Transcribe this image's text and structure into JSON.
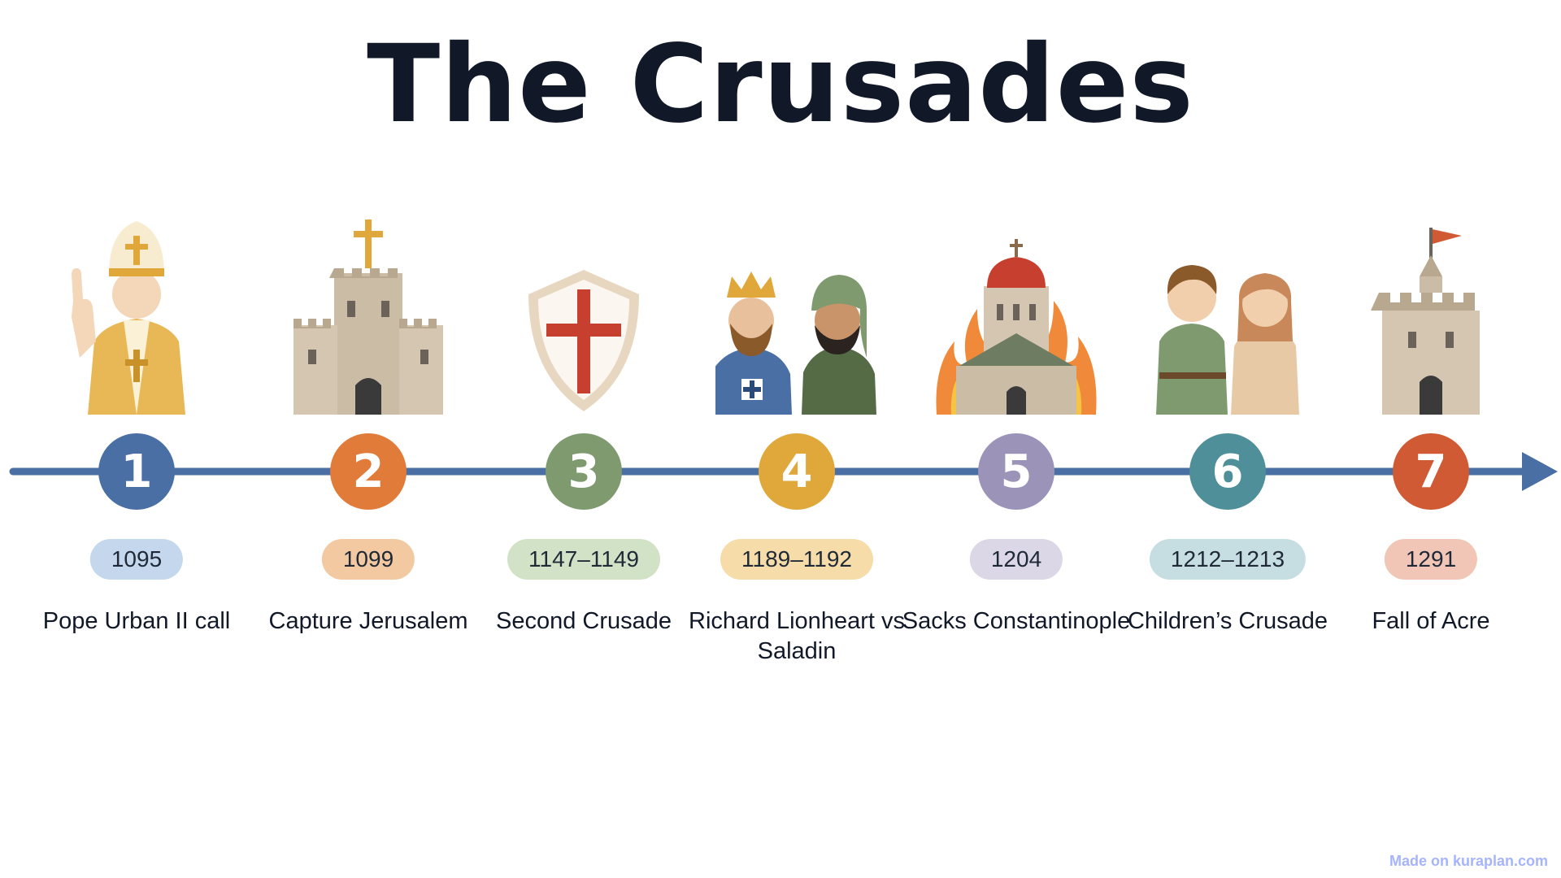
{
  "title": "The Crusades",
  "footer": "Made on kuraplan.com",
  "colors": {
    "axis": "#4a6fa5",
    "text": "#111827"
  },
  "events": [
    {
      "number": "1",
      "date": "1095",
      "label": "Pope Urban II call",
      "icon": "pope-icon",
      "color": "#4a6fa5",
      "pill": "#c4d7ec"
    },
    {
      "number": "2",
      "date": "1099",
      "label": "Capture Jerusalem",
      "icon": "castle-cross-icon",
      "color": "#e07b3a",
      "pill": "#f2c9a1"
    },
    {
      "number": "3",
      "date": "1147–1149",
      "label": "Second Crusade",
      "icon": "crusader-shield-icon",
      "color": "#7e9a6e",
      "pill": "#d2e2c6"
    },
    {
      "number": "4",
      "date": "1189–1192",
      "label": "Richard Lionheart vs Saladin",
      "icon": "richard-saladin-icon",
      "color": "#e0a83a",
      "pill": "#f6dca9"
    },
    {
      "number": "5",
      "date": "1204",
      "label": "Sacks Constantinople",
      "icon": "burning-church-icon",
      "color": "#9b93b8",
      "pill": "#dbd7e7"
    },
    {
      "number": "6",
      "date": "1212–1213",
      "label": "Children’s Crusade",
      "icon": "children-icon",
      "color": "#4f8f9a",
      "pill": "#c6dee2"
    },
    {
      "number": "7",
      "date": "1291",
      "label": "Fall of Acre",
      "icon": "tower-flag-icon",
      "color": "#d05a34",
      "pill": "#f2c6b6"
    }
  ]
}
